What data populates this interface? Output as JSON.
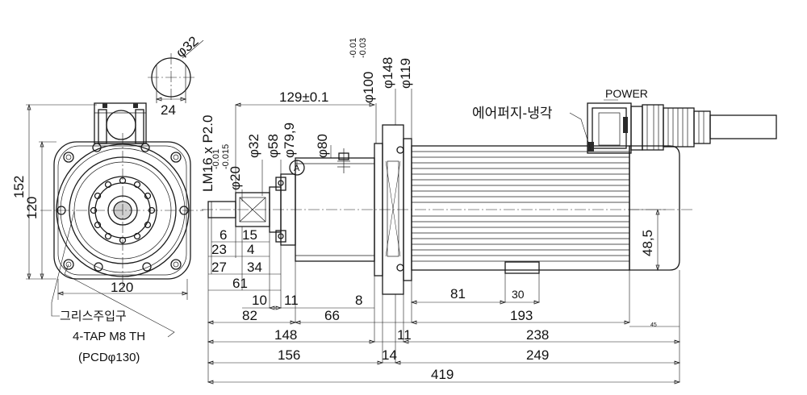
{
  "dimensions": {
    "phi32_top": "φ32",
    "key24": "24",
    "d152": "152",
    "d120_v": "120",
    "d120_h": "120",
    "lm16": "LM16 x P2.0",
    "phi20_tol_a": "-0.01",
    "phi20_tol_b": "-0.015",
    "phi20": "φ20",
    "phi32": "φ32",
    "phi58": "φ58",
    "phi799": "φ79,9",
    "phi80": "φ80",
    "d129": "129±0.1",
    "phi100": "φ100",
    "phi100_tol_a": "-0.01",
    "phi100_tol_b": "-0.03",
    "phi148": "φ148",
    "phi119": "φ119",
    "d6": "6",
    "d15": "15",
    "d23": "23",
    "d4": "4",
    "d27": "27",
    "d34": "34",
    "d61": "61",
    "d10": "10",
    "d11a": "11",
    "d8": "8",
    "d82": "82",
    "d66": "66",
    "d148": "148",
    "d11b": "11",
    "d156": "156",
    "d14": "14",
    "d419": "419",
    "d81": "81",
    "d30": "30",
    "d193": "193",
    "d238": "238",
    "d249": "249",
    "d485": "48,5",
    "d45": "45"
  },
  "labels": {
    "power": "POWER",
    "air_purge": "에어퍼지-냉각",
    "grease_inlet": "그리스주입구",
    "tap": "4-TAP M8 TH",
    "pcd": "(PCDφ130)",
    "circle_a": "A"
  }
}
